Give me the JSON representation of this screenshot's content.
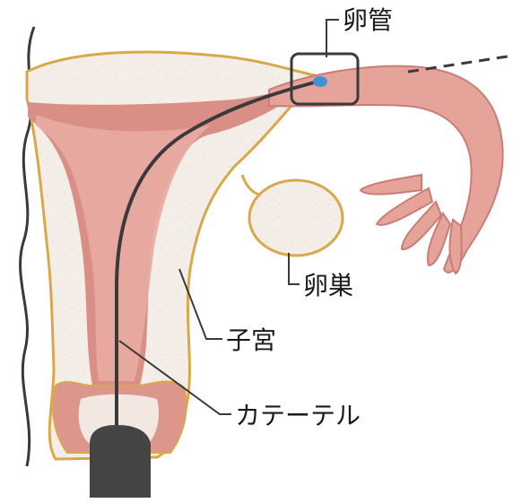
{
  "labels": {
    "fallopian_tube": "卵管",
    "ovary": "卵巣",
    "uterus": "子宮",
    "catheter": "カテーテル"
  },
  "colors": {
    "tissue_outline": "#d9a84a",
    "tissue_fill": "#f3ede7",
    "uterine_lining": "#d98f86",
    "tube_fill": "#e6a39a",
    "catheter": "#3a3a3a",
    "catheter_tip": "#3f92d6",
    "device": "#444444"
  }
}
